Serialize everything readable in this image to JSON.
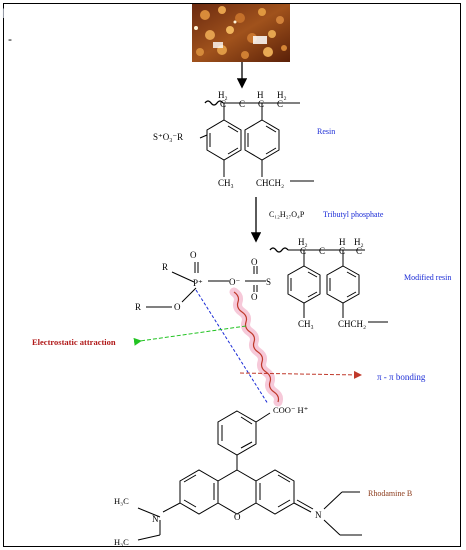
{
  "photo": {
    "name": "resin-beads-photo"
  },
  "labels": {
    "resin": "Resin",
    "tributyl_phosphate": "Tributyl phosphate",
    "tbp_formula": "C₁₂H₂₇O₄P",
    "modified_resin": "Modified resin",
    "electrostatic": "Electrostatic attraction",
    "pi_bonding": "π - π bonding",
    "rhodamine": "Rhodamine B"
  },
  "chem": {
    "h2": "H₂",
    "h": "H",
    "c": "C",
    "ch3": "CH₃",
    "chch2": "CHCH₂",
    "so3r": "S⁺O₃⁻R",
    "s": "S",
    "o": "O",
    "o_minus": "O⁻",
    "p_plus": "P⁺",
    "r": "R",
    "coo_h": "COO⁻ H⁺",
    "n": "N",
    "h3c": "H₃C"
  },
  "colors": {
    "blue_label": "#1a2bd6",
    "red_label": "#b01818",
    "brown_label": "#8b3a1a",
    "green_dash": "#22c322",
    "blue_dash": "#1a2bd6",
    "red_dash": "#c0392b",
    "wavy": "#c0392b",
    "wavy_glow": "#f6c9d9"
  }
}
